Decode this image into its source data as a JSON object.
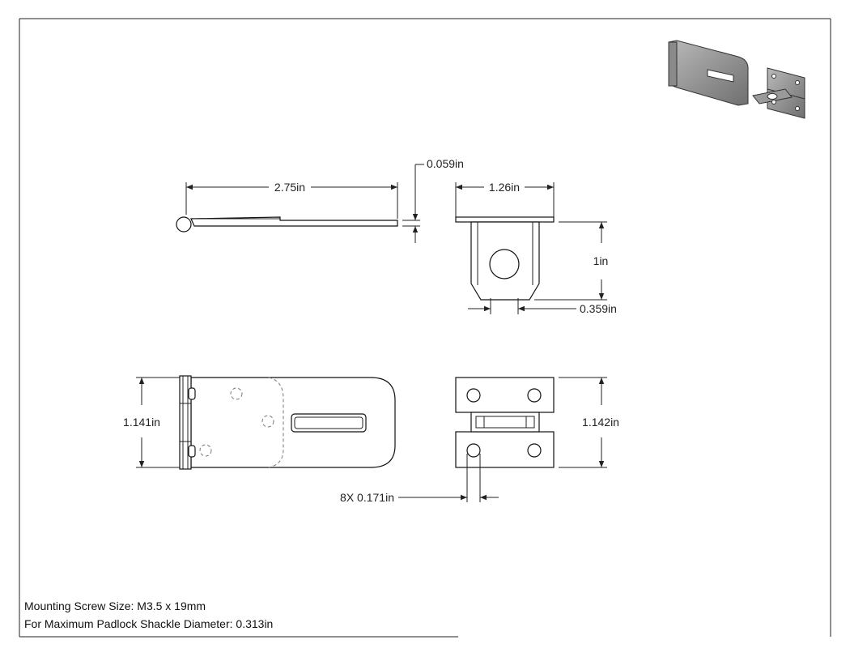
{
  "drawing": {
    "dimensions": {
      "length_top": "2.75in",
      "thickness": "0.059in",
      "staple_width": "1.26in",
      "staple_height": "1in",
      "staple_loop": "0.359in",
      "hasp_width": "1.141in",
      "plate_height": "1.142in",
      "holes": "8X 0.171in"
    },
    "notes": {
      "screw_size": "Mounting Screw Size: M3.5 x 19mm",
      "shackle": "For Maximum Padlock Shackle Diameter: 0.313in"
    }
  }
}
